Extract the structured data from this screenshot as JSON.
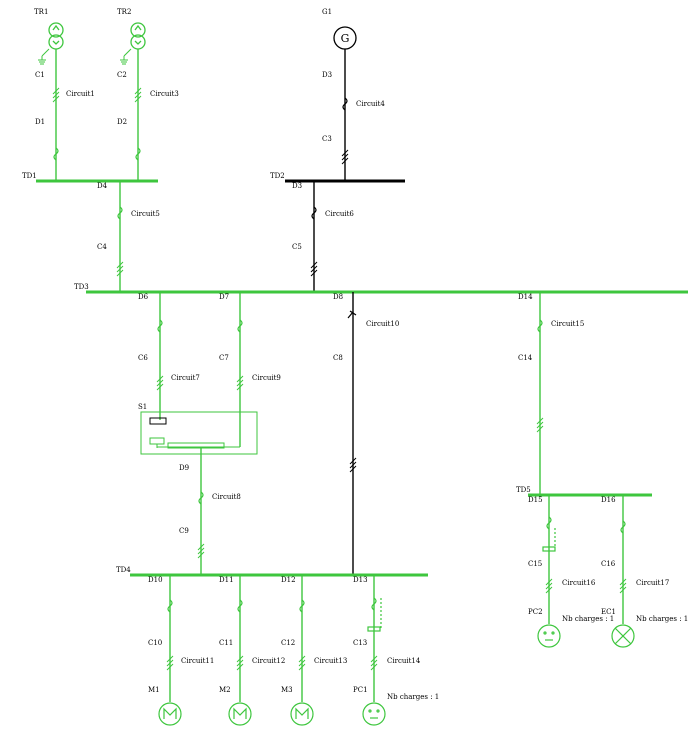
{
  "colors": {
    "energized": "#3ec63e",
    "de_energized": "#000000",
    "background": "#ffffff"
  },
  "sources": {
    "tr1": {
      "label": "TR1",
      "icon": "transformer-icon"
    },
    "tr2": {
      "label": "TR2",
      "icon": "transformer-icon"
    },
    "g1": {
      "label": "G1",
      "icon": "generator-icon",
      "symbol": "G"
    }
  },
  "buses": {
    "td1": "TD1",
    "td2": "TD2",
    "td3": "TD3",
    "td4": "TD4",
    "td5": "TD5"
  },
  "labels": {
    "c1": "C1",
    "c2": "C2",
    "c3": "C3",
    "c4": "C4",
    "c5": "C5",
    "c6": "C6",
    "c7": "C7",
    "c8": "C8",
    "c9": "C9",
    "c10": "C10",
    "c11": "C11",
    "c12": "C12",
    "c13": "C13",
    "c14": "C14",
    "c15": "C15",
    "c16": "C16",
    "d1": "D1",
    "d2": "D2",
    "d3a": "D3",
    "d3b": "D3",
    "d4": "D4",
    "d6": "D6",
    "d7": "D7",
    "d8": "D8",
    "d9": "D9",
    "d10": "D10",
    "d11": "D11",
    "d12": "D12",
    "d13": "D13",
    "d14": "D14",
    "d15": "D15",
    "d16": "D16",
    "s1": "S1"
  },
  "circuits": {
    "c1": "Circuit1",
    "c3": "Circuit3",
    "c4": "Circuit4",
    "c5": "Circuit5",
    "c6": "Circuit6",
    "c7": "Circuit7",
    "c8": "Circuit8",
    "c9": "Circuit9",
    "c10": "Circuit10",
    "c11": "Circuit11",
    "c12": "Circuit12",
    "c13": "Circuit13",
    "c14": "Circuit14",
    "c15": "Circuit15",
    "c16": "Circuit16",
    "c17": "Circuit17"
  },
  "loads": {
    "m1": {
      "label": "M1",
      "icon": "motor-icon"
    },
    "m2": {
      "label": "M2",
      "icon": "motor-icon"
    },
    "m3": {
      "label": "M3",
      "icon": "motor-icon"
    },
    "pc1": {
      "label": "PC1",
      "icon": "socket-icon",
      "charges": "Nb charges : 1"
    },
    "pc2": {
      "label": "PC2",
      "icon": "socket-icon",
      "charges": "Nb charges : 1"
    },
    "ec1": {
      "label": "EC1",
      "icon": "lamp-icon",
      "charges": "Nb charges : 1"
    }
  }
}
